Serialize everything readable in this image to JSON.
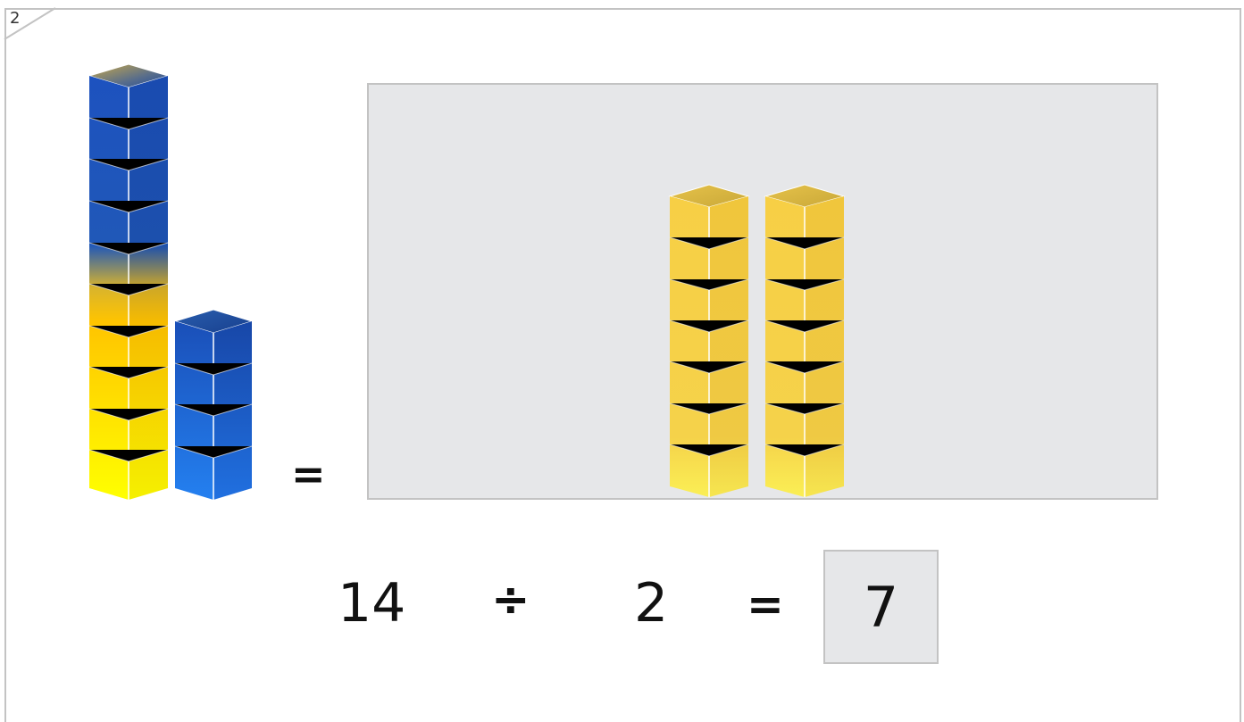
{
  "question": {
    "number": "2"
  },
  "equation": {
    "dividend": "14",
    "operator": "÷",
    "divisor": "2",
    "equals": "=",
    "answer": "7"
  },
  "model": {
    "equals_sign": "=",
    "total_cubes": 14,
    "split_cubes": 4,
    "groups": [
      {
        "cubes": 7
      },
      {
        "cubes": 7
      }
    ]
  },
  "colors": {
    "blue_cube": "#1f5fc4",
    "yellow_cube": "#f7d54a",
    "panel": "#e6e7e9",
    "border": "#c3c3c3"
  }
}
